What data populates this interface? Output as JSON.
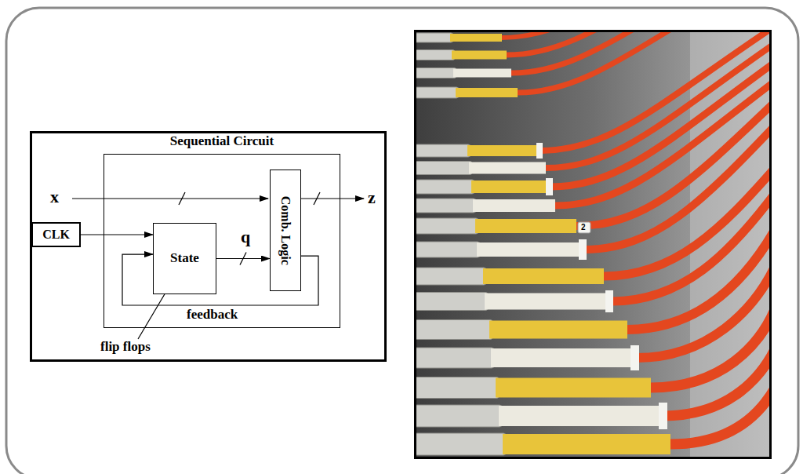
{
  "diagram": {
    "nodes": [
      {
        "text": [
          "Sequential Circuit"
        ]
      },
      {
        "text": [
          "CLK"
        ]
      },
      {
        "text": [
          "State"
        ],
        "in": 0
      },
      {
        "text": [
          "Comb. Logic"
        ],
        "in": 0
      }
    ],
    "edges": [
      {
        "from": 1,
        "to": 2,
        "arrow": "to"
      },
      {
        "from": 2,
        "to": 3,
        "label": "q",
        "arrow": "to"
      },
      {
        "from": 3,
        "to": 2,
        "label": "feedback",
        "arrow": "to"
      }
    ],
    "labels": [
      "x",
      "z",
      "flip flops",
      "2"
    ]
  }
}
